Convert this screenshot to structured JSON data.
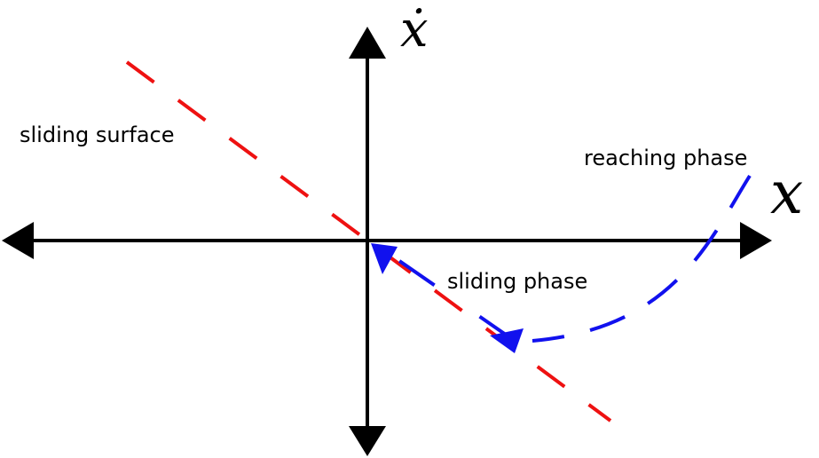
{
  "colors": {
    "axis": "#000000",
    "sliding_surface": "#ee1111",
    "trajectory": "#1111ee"
  },
  "labels": {
    "x_axis": "x",
    "y_axis": "ẋ",
    "sliding_surface": "sliding surface",
    "reaching_phase": "reaching phase",
    "sliding_phase": "sliding phase"
  }
}
